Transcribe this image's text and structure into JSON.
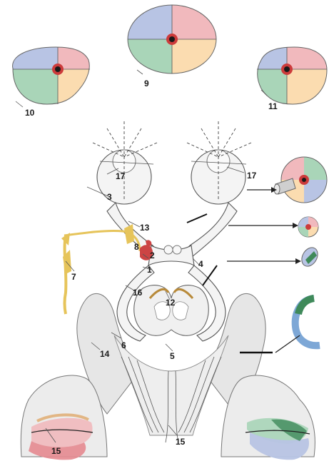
{
  "diagram": {
    "labels": [
      "10",
      "9",
      "11",
      "17",
      "17",
      "3",
      "13",
      "8",
      "2",
      "7",
      "1",
      "4",
      "16",
      "12",
      "6",
      "14",
      "5",
      "15",
      "15"
    ]
  },
  "colors": {
    "blue": "#b8c4e4",
    "red": "#f1b9bd",
    "green": "#a9d5b8",
    "orange": "#fbdcb0",
    "yellow_nerve": "#e6c45a",
    "red_nucleus": "#cc4444"
  }
}
